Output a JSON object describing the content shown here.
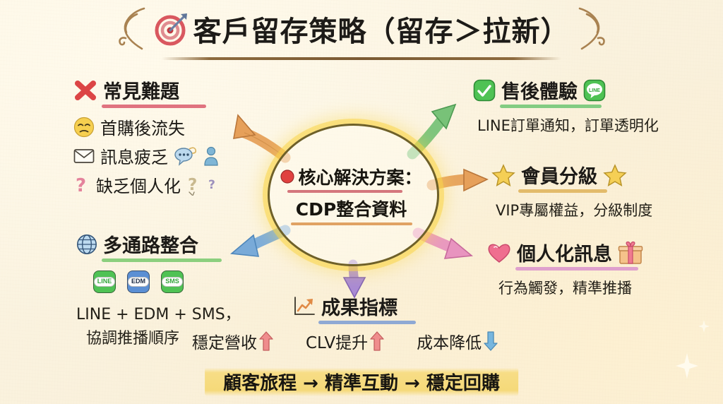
{
  "title": {
    "icon": "dart-target-icon",
    "text": "客戶留存策略（留存＞拉新）",
    "left_flourish": "ornament-flourish-left",
    "right_flourish": "ornament-flourish-right"
  },
  "center": {
    "bullet_icon": "red-dot-icon",
    "line1": "核心解決方案：",
    "line2": "CDP整合資料",
    "line1_underline_color": "#d4767c",
    "line2_underline_color": "#e0a263",
    "ring_color": "#f9d64a"
  },
  "arrows": [
    {
      "name": "arrow-to-problems",
      "direction": "up-left",
      "color": "#e6a05a"
    },
    {
      "name": "arrow-to-aftersales",
      "direction": "up-right",
      "color": "#78c278"
    },
    {
      "name": "arrow-to-membership",
      "direction": "right",
      "color": "#e6a05a"
    },
    {
      "name": "arrow-to-personalization",
      "direction": "down-right",
      "color": "#e894bf"
    },
    {
      "name": "arrow-to-metrics",
      "direction": "down",
      "color": "#a98ad4"
    },
    {
      "name": "arrow-to-omnichannel",
      "direction": "down-left",
      "color": "#79aad8"
    }
  ],
  "blocks": {
    "problems": {
      "icon": "red-cross-icon",
      "heading": "常見難題",
      "underline_color": "#e0737f",
      "items": [
        {
          "icon": "pensive-face-icon",
          "text": "首購後流失",
          "extra_icons": []
        },
        {
          "icon": "envelope-icon",
          "text": "訊息疲乏",
          "extra_icons": [
            "speech-bubble-icon",
            "person-icon"
          ]
        },
        {
          "icon": "question-mark-icon",
          "text": "缺乏個人化",
          "extra_icons": [
            "small-question-mark-icon",
            "tiny-question-mark-icon"
          ]
        }
      ]
    },
    "omnichannel": {
      "icon": "globe-icon",
      "heading": "多通路整合",
      "underline_color": "#8ccf7e",
      "channels": [
        {
          "name": "line-badge",
          "label": "LINE",
          "color": "#4fc254"
        },
        {
          "name": "edm-badge",
          "label": "EDM",
          "color": "#5b8fd4"
        },
        {
          "name": "sms-badge",
          "label": "SMS",
          "color": "#4fc254"
        }
      ],
      "caption_line1": "LINE + EDM + SMS，",
      "caption_line2": "協調推播順序"
    },
    "aftersales": {
      "icon": "green-check-icon",
      "heading": "售後體驗",
      "trailing_icon": "line-app-icon",
      "underline_color": "#82cc82",
      "caption": "LINE訂單通知，訂單透明化"
    },
    "membership": {
      "icon": "star-icon",
      "heading": "會員分級",
      "trailing_icon": "star-icon",
      "underline_color": "#e3bb6b",
      "caption": "VIP專屬權益，分級制度"
    },
    "personalization": {
      "icon": "heart-icon",
      "heading": "個人化訊息",
      "trailing_icon": "gift-icon",
      "underline_color": "#dfa0cd",
      "caption": "行為觸發，精準推播"
    },
    "metrics": {
      "icon": "chart-up-icon",
      "heading": "成果指標",
      "underline_color": "#8fa9d4",
      "items": [
        {
          "label": "穩定營收",
          "arrow": "up-arrow-icon",
          "arrow_color": "#ef8d8d"
        },
        {
          "label": "CLV提升",
          "arrow": "up-arrow-icon",
          "arrow_color": "#ef8d8d"
        },
        {
          "label": "成本降低",
          "arrow": "down-arrow-icon",
          "arrow_color": "#77b6de"
        }
      ]
    }
  },
  "footer": {
    "text": "顧客旅程 → 精準互動 → 穩定回購",
    "highlight_color": "#f5d979"
  }
}
